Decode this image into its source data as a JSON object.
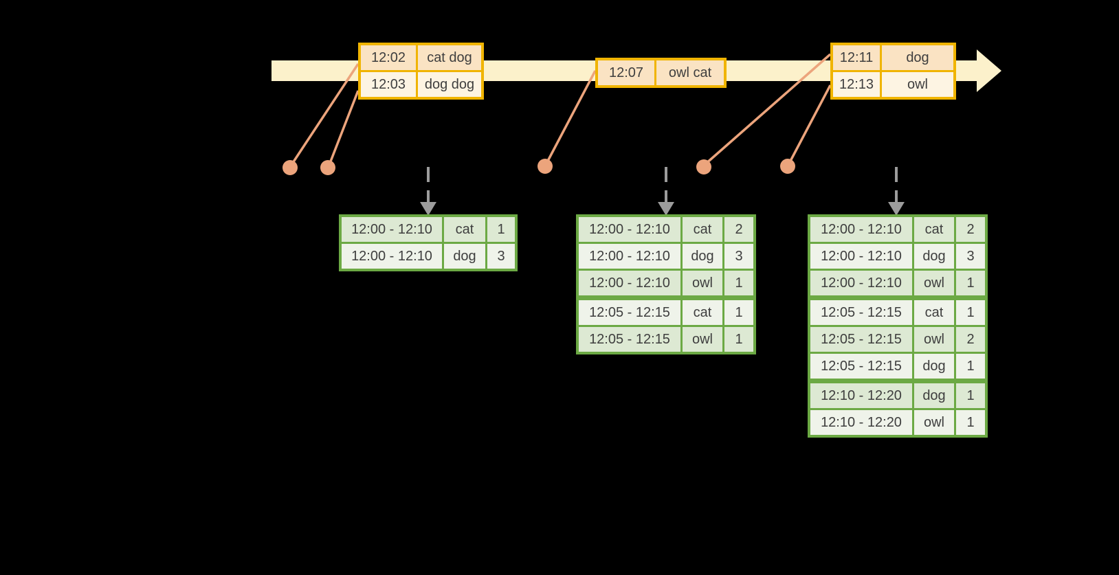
{
  "palette": {
    "background": "#000000",
    "timeline_fill": "#FCF1CB",
    "event_border": "#F0B400",
    "event_row_dark": "#FAE3C3",
    "event_row_light": "#FDF4E3",
    "connector": "#ECA47C",
    "result_border": "#6CA944",
    "result_row_dark": "#DDE9D3",
    "result_row_light": "#EFF3EA",
    "dashed_arrow": "#9C9C9C",
    "text": "#3E3E3E"
  },
  "event_tables": [
    {
      "name": "events-12-02",
      "rows": [
        {
          "time": "12:02",
          "words": "cat dog"
        },
        {
          "time": "12:03",
          "words": "dog dog"
        }
      ]
    },
    {
      "name": "events-12-07",
      "rows": [
        {
          "time": "12:07",
          "words": "owl cat"
        }
      ]
    },
    {
      "name": "events-12-11",
      "rows": [
        {
          "time": "12:11",
          "words": "dog"
        },
        {
          "time": "12:13",
          "words": "owl"
        }
      ]
    }
  ],
  "result_tables": [
    {
      "name": "result-table-1",
      "rows": [
        {
          "window": "12:00 - 12:10",
          "word": "cat",
          "count": "1"
        },
        {
          "window": "12:00 - 12:10",
          "word": "dog",
          "count": "3"
        }
      ]
    },
    {
      "name": "result-table-2",
      "rows": [
        {
          "window": "12:00 - 12:10",
          "word": "cat",
          "count": "2"
        },
        {
          "window": "12:00 - 12:10",
          "word": "dog",
          "count": "3"
        },
        {
          "window": "12:00 - 12:10",
          "word": "owl",
          "count": "1"
        },
        {
          "window": "12:05 - 12:15",
          "word": "cat",
          "count": "1"
        },
        {
          "window": "12:05 - 12:15",
          "word": "owl",
          "count": "1"
        }
      ]
    },
    {
      "name": "result-table-3",
      "rows": [
        {
          "window": "12:00 - 12:10",
          "word": "cat",
          "count": "2"
        },
        {
          "window": "12:00 - 12:10",
          "word": "dog",
          "count": "3"
        },
        {
          "window": "12:00 - 12:10",
          "word": "owl",
          "count": "1"
        },
        {
          "window": "12:05 - 12:15",
          "word": "cat",
          "count": "1"
        },
        {
          "window": "12:05 - 12:15",
          "word": "owl",
          "count": "2"
        },
        {
          "window": "12:05 - 12:15",
          "word": "dog",
          "count": "1"
        },
        {
          "window": "12:10 - 12:20",
          "word": "dog",
          "count": "1"
        },
        {
          "window": "12:10 - 12:20",
          "word": "owl",
          "count": "1"
        }
      ]
    }
  ]
}
